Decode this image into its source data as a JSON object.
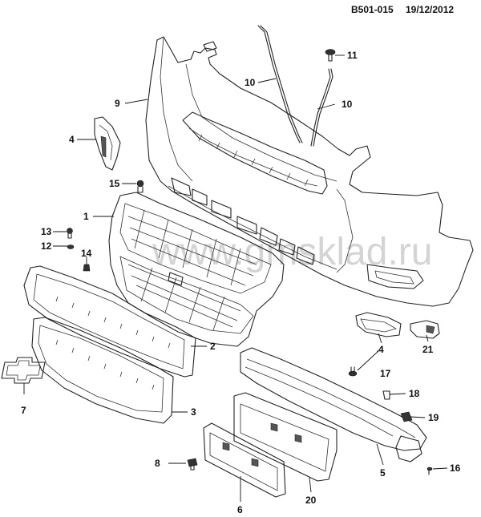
{
  "header": {
    "code": "B501-015",
    "date": "19/12/2012"
  },
  "watermark": {
    "text": "www.gmsklad.ru"
  },
  "callouts": {
    "c1": "1",
    "c2": "2",
    "c3": "3",
    "c4a": "4",
    "c4b": "4",
    "c5": "5",
    "c6": "6",
    "c7": "7",
    "c8": "8",
    "c9": "9",
    "c10a": "10",
    "c10b": "10",
    "c11": "11",
    "c12": "12",
    "c13": "13",
    "c14": "14",
    "c15": "15",
    "c16": "16",
    "c17": "17",
    "c18": "18",
    "c19": "19",
    "c20": "20",
    "c21": "21"
  }
}
